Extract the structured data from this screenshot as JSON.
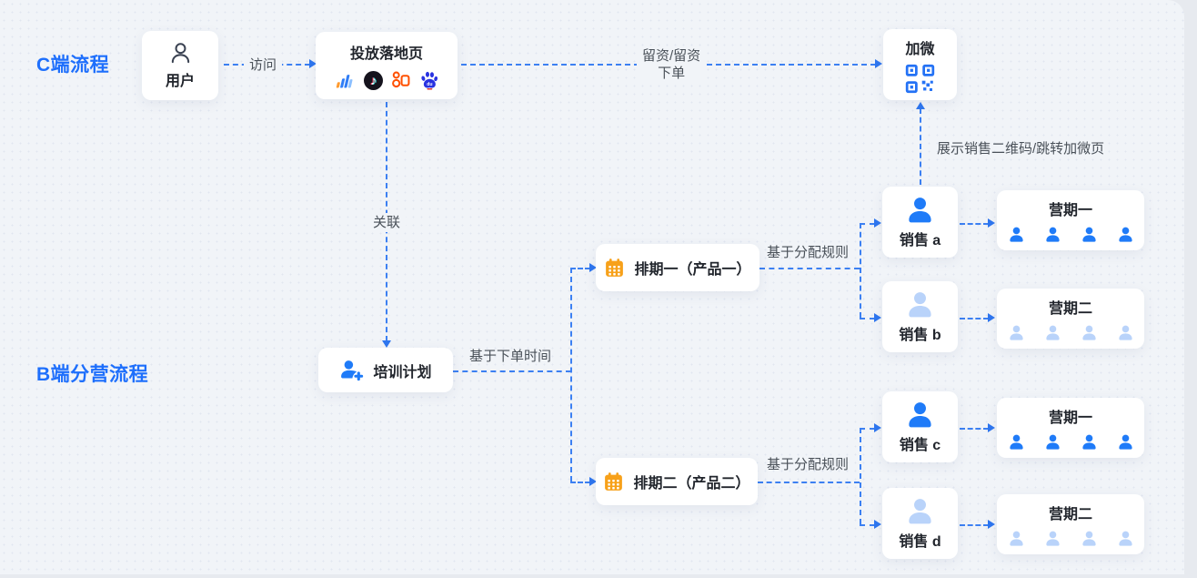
{
  "flow_labels": {
    "c": "C端流程",
    "b": "B端分营流程"
  },
  "nodes": {
    "user": {
      "title": "用户"
    },
    "landing": {
      "title": "投放落地页",
      "icons": [
        "oceanengine",
        "douyin",
        "kuaishou",
        "baidu"
      ]
    },
    "jiawei": {
      "title": "加微"
    },
    "training": {
      "title": "培训计划"
    },
    "schedule1": {
      "title": "排期一（产品一）"
    },
    "schedule2": {
      "title": "排期二（产品二）"
    },
    "sales_a": {
      "title": "销售 a"
    },
    "sales_b": {
      "title": "销售 b"
    },
    "sales_c": {
      "title": "销售 c"
    },
    "sales_d": {
      "title": "销售 d"
    },
    "camp_a": {
      "title": "营期一"
    },
    "camp_b": {
      "title": "营期二"
    },
    "camp_c": {
      "title": "营期一"
    },
    "camp_d": {
      "title": "营期二"
    }
  },
  "edges": {
    "visit": "访问",
    "retain_line1": "留资/留资",
    "retain_line2": "下单",
    "relate": "关联",
    "by_order_time": "基于下单时间",
    "by_alloc_rule_top": "基于分配规则",
    "by_alloc_rule_bottom": "基于分配规则",
    "show_qr": "展示销售二维码/跳转加微页"
  },
  "colors": {
    "accent_blue": "#1e6ffc",
    "line_blue": "#3c80f2",
    "person_blue": "#1f7bf8",
    "person_light": "#b9d3fa",
    "calendar_orange": "#f7a11a",
    "kuaishou_orange": "#ff5000",
    "baidu_blue": "#2932e1"
  }
}
